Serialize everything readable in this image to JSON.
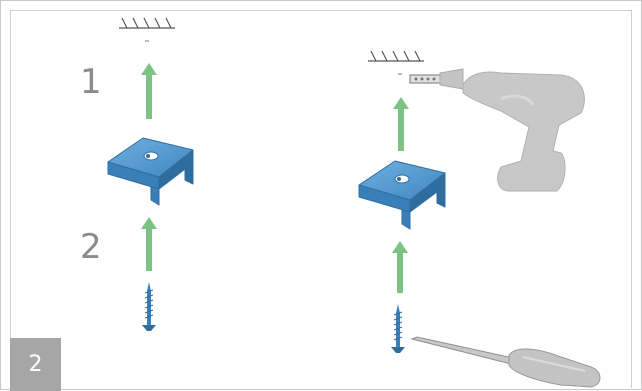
{
  "figure_number": "2",
  "steps": [
    {
      "number": "1"
    },
    {
      "number": "2"
    }
  ],
  "colors": {
    "arrow": "#7cc383",
    "clip": "#4f96cf",
    "clip_dark": "#2f6d9f",
    "screw": "#3a7fb8",
    "tool": "#c4c4c4",
    "label": "#8b8b8b",
    "badge": "#a6a6a6"
  },
  "icons": [
    "ceiling-hatch-icon",
    "arrow-up-icon",
    "mounting-clip-icon",
    "screw-icon",
    "cordless-drill-icon",
    "screwdriver-icon"
  ]
}
